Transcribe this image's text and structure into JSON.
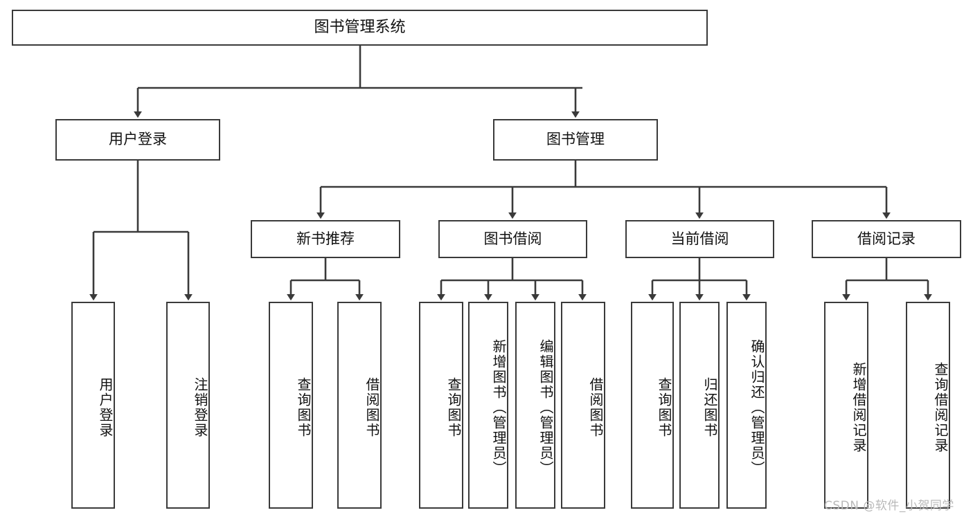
{
  "diagram": {
    "title": "图书管理系统",
    "type": "tree-hierarchy",
    "watermark": "CSDN @软件_小贺同学",
    "colors": {
      "box_border": "#3a3a3a",
      "box_fill": "#ffffff",
      "edge": "#3a3a3a",
      "text": "#111111",
      "watermark": "#b9b9b9"
    },
    "nodes": {
      "root": {
        "label": "图书管理系统"
      },
      "level1": [
        {
          "id": "user-login",
          "label": "用户登录"
        },
        {
          "id": "book-manage",
          "label": "图书管理"
        }
      ],
      "level2": [
        {
          "id": "new-book-rec",
          "label": "新书推荐"
        },
        {
          "id": "book-borrow",
          "label": "图书借阅"
        },
        {
          "id": "current-borrow",
          "label": "当前借阅"
        },
        {
          "id": "borrow-record",
          "label": "借阅记录"
        }
      ],
      "leaves": {
        "user-login": [
          {
            "id": "leaf-user-login",
            "label": "用户登录"
          },
          {
            "id": "leaf-user-logout",
            "label": "注销登录"
          }
        ],
        "new-book-rec": [
          {
            "id": "leaf-query-book-1",
            "label": "查询图书"
          },
          {
            "id": "leaf-borrow-book-1",
            "label": "借阅图书"
          }
        ],
        "book-borrow": [
          {
            "id": "leaf-query-book-2",
            "label": "查询图书"
          },
          {
            "id": "leaf-add-book",
            "label": "新增图书（管理员）"
          },
          {
            "id": "leaf-edit-book",
            "label": "编辑图书（管理员）"
          },
          {
            "id": "leaf-borrow-book-2",
            "label": "借阅图书"
          }
        ],
        "current-borrow": [
          {
            "id": "leaf-query-book-3",
            "label": "查询图书"
          },
          {
            "id": "leaf-return-book",
            "label": "归还图书"
          },
          {
            "id": "leaf-confirm-return",
            "label": "确认归还（管理员）"
          }
        ],
        "borrow-record": [
          {
            "id": "leaf-add-record",
            "label": "新增借阅记录"
          },
          {
            "id": "leaf-query-record",
            "label": "查询借阅记录"
          }
        ]
      }
    }
  }
}
